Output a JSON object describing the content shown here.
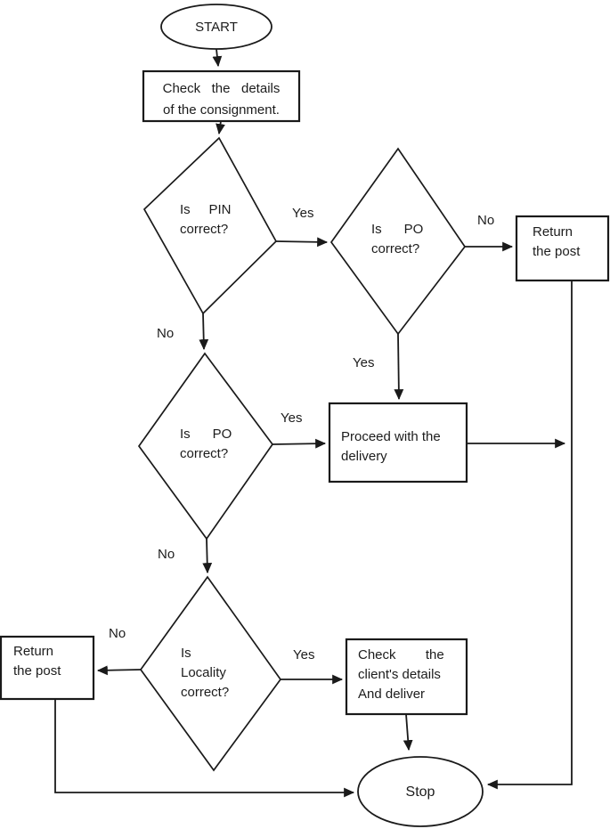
{
  "diagram_type": "flowchart",
  "background_color": "#ffffff",
  "stroke_color": "#1a1a1a",
  "nodes": {
    "start": {
      "type": "terminator",
      "label": "START"
    },
    "check_details": {
      "type": "process",
      "label": "Check   the   details\nof the consignment."
    },
    "pin_correct": {
      "type": "decision",
      "label": "Is     PIN\ncorrect?"
    },
    "po_correct_upper": {
      "type": "decision",
      "label": "Is      PO\ncorrect?"
    },
    "return_post_upper": {
      "type": "process",
      "label": "Return\nthe post"
    },
    "po_correct_lower": {
      "type": "decision",
      "label": "Is      PO\ncorrect?"
    },
    "proceed_delivery": {
      "type": "process",
      "label": "Proceed with the\ndelivery"
    },
    "locality_correct": {
      "type": "decision",
      "label": "Is\nLocality\ncorrect?"
    },
    "return_post_lower": {
      "type": "process",
      "label": "Return\nthe post"
    },
    "check_client": {
      "type": "process",
      "label": "Check        the\nclient's details\nAnd deliver"
    },
    "stop": {
      "type": "terminator",
      "label": "Stop"
    }
  },
  "edge_labels": {
    "pin_yes": "Yes",
    "pin_no": "No",
    "po_upper_no": "No",
    "po_upper_yes": "Yes",
    "po_lower_yes": "Yes",
    "po_lower_no": "No",
    "locality_no": "No",
    "locality_yes": "Yes"
  }
}
